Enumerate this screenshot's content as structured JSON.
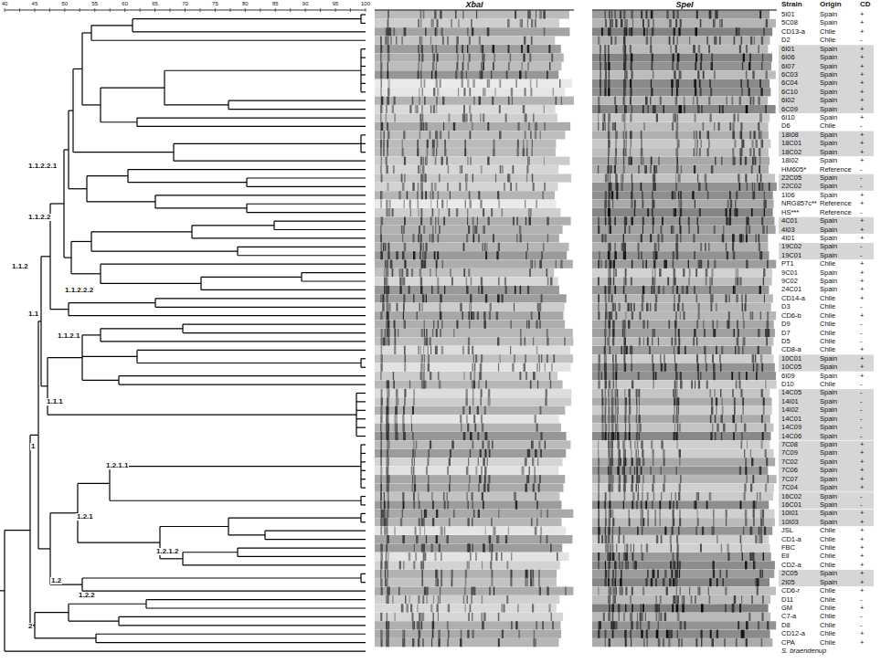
{
  "diagram": {
    "labels": [
      "40",
      "45",
      "50",
      "55",
      "60",
      "65",
      "70",
      "75",
      "80",
      "85",
      "90",
      "95",
      "100",
      "1.1.2.2.1",
      "1.1.2.2",
      "1.1.2",
      "1.1.2.2.2",
      "1.1",
      "1.1.2.1",
      "1.1.1",
      "1",
      "1.2.1.1",
      "1.2.1",
      "1.2.1.2",
      "1.2",
      "1.2.2",
      "2",
      "XbaI",
      "SpeI",
      "Strain",
      "Origin",
      "CD",
      "5I01",
      "Spain",
      "+",
      "5C08",
      "Spain",
      "+",
      "CD13-a",
      "Chile",
      "+",
      "D2",
      "Chile",
      "-",
      "6I01",
      "Spain",
      "+",
      "6I06",
      "Spain",
      "+",
      "6I07",
      "Spain",
      "+",
      "6C03",
      "Spain",
      "+",
      "6C04",
      "Spain",
      "+",
      "6C10",
      "Spain",
      "+",
      "6I02",
      "Spain",
      "+",
      "6C09",
      "Spain",
      "+",
      "6I10",
      "Spain",
      "+",
      "D6",
      "Chile",
      "-",
      "18I08",
      "Spain",
      "+",
      "18C01",
      "Spain",
      "+",
      "18C02",
      "Spain",
      "+",
      "18I02",
      "Spain",
      "+",
      "HM605*",
      "Reference",
      "-",
      "22C05",
      "Spain",
      "-",
      "22C02",
      "Spain",
      "-",
      "1I06",
      "Spain",
      "+",
      "NRG857c**",
      "Reference",
      "+",
      "HS***",
      "Reference",
      "-",
      "4C01",
      "Spain",
      "+",
      "4I03",
      "Spain",
      "+",
      "4I01",
      "Spain",
      "+",
      "19C02",
      "Spain",
      "-",
      "19C01",
      "Spain",
      "-",
      "PT1",
      "Chile",
      "+",
      "9C01",
      "Spain",
      "+",
      "9C02",
      "Spain",
      "+",
      "24C01",
      "Spain",
      "+",
      "CD14-a",
      "Chile",
      "+",
      "D3",
      "Chile",
      "-",
      "CD6-b",
      "Chile",
      "+",
      "D9",
      "Chile",
      "-",
      "D7",
      "Chile",
      "-",
      "D5",
      "Chile",
      "-",
      "CD8-a",
      "Chile",
      "+",
      "10C01",
      "Spain",
      "+",
      "10C05",
      "Spain",
      "+",
      "6I09",
      "Spain",
      "+",
      "D10",
      "Chile",
      "-",
      "14C05",
      "Spain",
      "-",
      "14I01",
      "Spain",
      "-",
      "14I02",
      "Spain",
      "-",
      "14C01",
      "Spain",
      "-",
      "14C09",
      "Spain",
      "-",
      "14C06",
      "Spain",
      "-",
      "7C08",
      "Spain",
      "+",
      "7C09",
      "Spain",
      "+",
      "7C02",
      "Spain",
      "+",
      "7C06",
      "Spain",
      "+",
      "7C07",
      "Spain",
      "+",
      "7C04",
      "Spain",
      "+",
      "16C02",
      "Spain",
      "-",
      "16C01",
      "Spain",
      "-",
      "10I01",
      "Spain",
      "+",
      "10I03",
      "Spain",
      "+",
      "JSL",
      "Chile",
      "+",
      "CD1-a",
      "Chile",
      "+",
      "FBC",
      "Chile",
      "+",
      "Ell",
      "Chile",
      "+",
      "CD2-a",
      "Chile",
      "+",
      "2C05",
      "Spain",
      "+",
      "2I05",
      "Spain",
      "+",
      "CD6-r",
      "Chile",
      "+",
      "D11",
      "Chile",
      "-",
      "GM",
      "Chile",
      "+",
      "C7-a",
      "Chile",
      "-",
      "D8",
      "Chile",
      "-",
      "CD12-a",
      "Chile",
      "+",
      "CPA",
      "Chile",
      "+",
      "S. braendenup"
    ]
  }
}
